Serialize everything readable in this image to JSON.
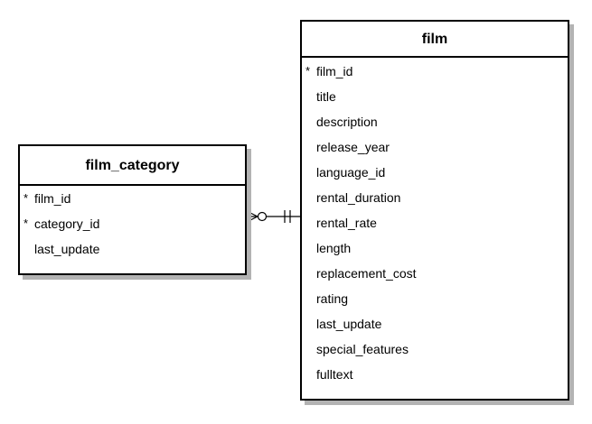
{
  "entities": {
    "film": {
      "title": "film",
      "attributes": [
        {
          "name": "film_id",
          "key": "*"
        },
        {
          "name": "title",
          "key": ""
        },
        {
          "name": "description",
          "key": ""
        },
        {
          "name": "release_year",
          "key": ""
        },
        {
          "name": "language_id",
          "key": ""
        },
        {
          "name": "rental_duration",
          "key": ""
        },
        {
          "name": "rental_rate",
          "key": ""
        },
        {
          "name": "length",
          "key": ""
        },
        {
          "name": "replacement_cost",
          "key": ""
        },
        {
          "name": "rating",
          "key": ""
        },
        {
          "name": "last_update",
          "key": ""
        },
        {
          "name": "special_features",
          "key": ""
        },
        {
          "name": "fulltext",
          "key": ""
        }
      ]
    },
    "film_category": {
      "title": "film_category",
      "attributes": [
        {
          "name": "film_id",
          "key": "*"
        },
        {
          "name": "category_id",
          "key": "*"
        },
        {
          "name": "last_update",
          "key": ""
        }
      ]
    }
  },
  "relationship": {
    "from": "film_category",
    "to": "film",
    "from_cardinality": "zero-or-many",
    "to_cardinality": "exactly-one"
  },
  "colors": {
    "line": "#000000",
    "shadow": "#b3b3b3",
    "background": "#ffffff"
  }
}
